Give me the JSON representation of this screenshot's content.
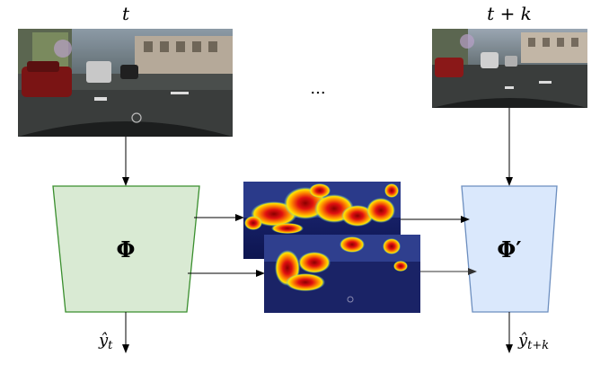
{
  "labels": {
    "t_left": "t",
    "t_right": "t + k",
    "ellipsis": "...",
    "phi": "Φ",
    "phi_prime": "Φ′",
    "y_t_hat": "ŷ",
    "y_t_sub": "t",
    "y_tk_hat": "ŷ",
    "y_tk_sub": "t+k"
  },
  "colors": {
    "encoder_fill": "#d9ead3",
    "encoder_stroke": "#3a8f2e",
    "decoder_fill": "#dae8fc",
    "decoder_stroke": "#6c8ebf",
    "arrow": "#000000"
  }
}
